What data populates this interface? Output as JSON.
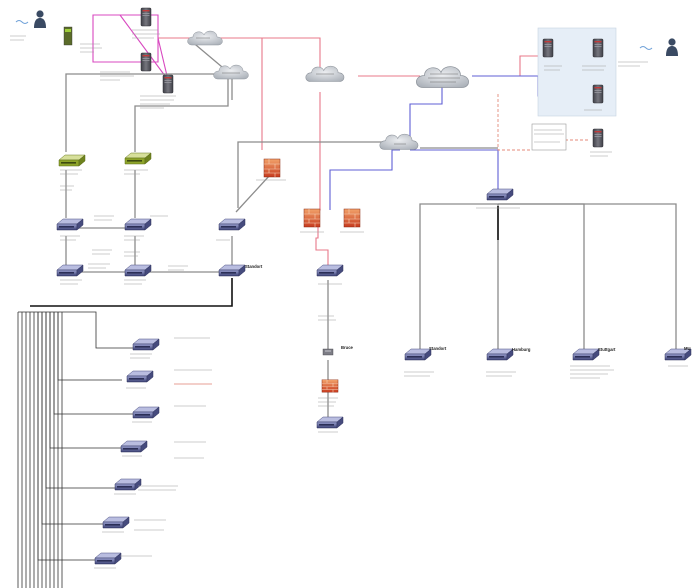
{
  "diagram": {
    "type": "network-topology",
    "site_labels": [
      "Standort",
      "Bruce",
      "Standort",
      "Hamburg",
      "Stuttgart",
      "MU"
    ],
    "colors": {
      "wan_red": "#e8788a",
      "magenta": "#d848c0",
      "blue": "#5f5fd4",
      "trunk": "#111111",
      "link": "#8c8c8c",
      "vpn_dashed": "#e48a7a",
      "highlight_box": "#e6eef7",
      "switch_body": "#54598c",
      "switch_top": "#8f94c4",
      "firewall": "#e2562c",
      "server": "#5e5e66",
      "cloud": "#c9cdd3",
      "router_green": "#a8c23a",
      "user": "#3a4a63"
    },
    "icons": [
      "user-icon",
      "server-icon",
      "cloud-icon",
      "switch-icon",
      "firewall-icon",
      "router-icon",
      "device-icon"
    ]
  }
}
